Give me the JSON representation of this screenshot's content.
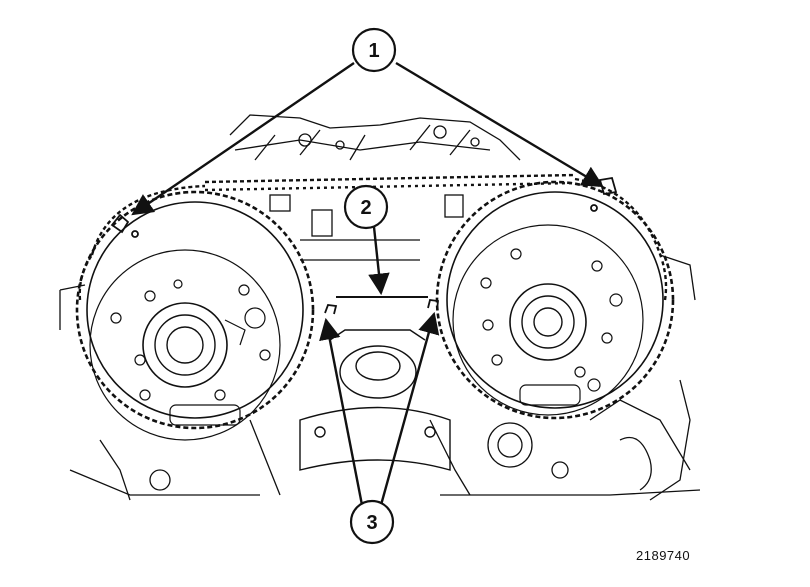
{
  "figure": {
    "id_label": "2189740",
    "callouts": [
      {
        "label": "1"
      },
      {
        "label": "2"
      },
      {
        "label": "3"
      }
    ]
  },
  "colors": {
    "line": "#111111",
    "background": "#ffffff"
  }
}
